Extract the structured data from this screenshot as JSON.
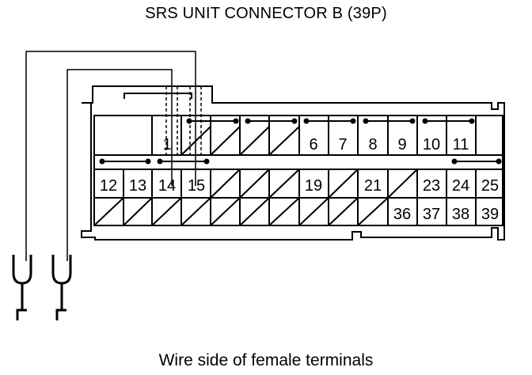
{
  "title": "SRS UNIT CONNECTOR B (39P)",
  "caption": "Wire side of female terminals",
  "row1_labels": [
    "1",
    "6",
    "7",
    "8",
    "9",
    "10",
    "11"
  ],
  "row2_labels": [
    "12",
    "13",
    "14",
    "15",
    "19",
    "21",
    "23",
    "24",
    "25"
  ],
  "row3_labels": [
    "36",
    "37",
    "38",
    "39"
  ],
  "icons": [
    "ground-symbol",
    "ground-symbol"
  ]
}
